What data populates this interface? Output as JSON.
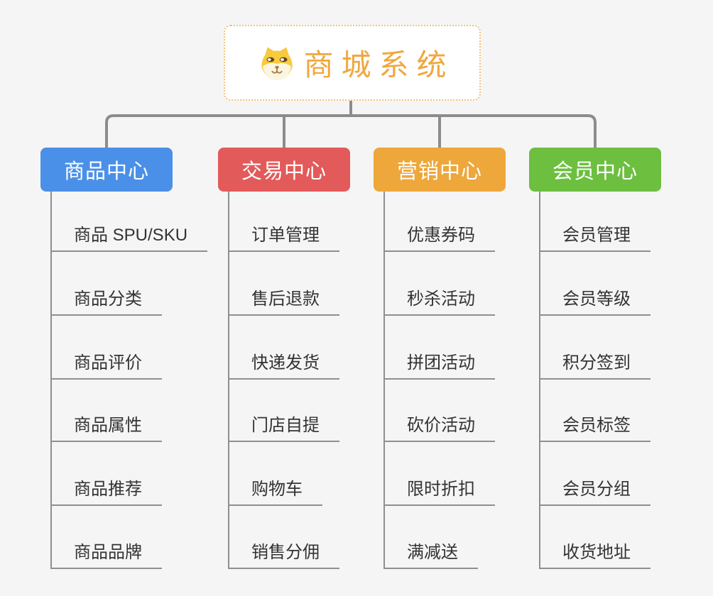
{
  "canvas": {
    "background_color": "#f5f5f5",
    "connector_color": "#8c8c8c",
    "leaf_text_color": "#333333",
    "leaf_line_color": "#8f8f8f"
  },
  "root": {
    "label": "商城系统",
    "text_color": "#f0a73e",
    "border_color": "#f2c178",
    "background_color": "#ffffff",
    "icon": "shiba-dog-icon"
  },
  "branches": [
    {
      "label": "商品中心",
      "color": "#4b90e8",
      "items": [
        "商品 SPU/SKU",
        "商品分类",
        "商品评价",
        "商品属性",
        "商品推荐",
        "商品品牌"
      ]
    },
    {
      "label": "交易中心",
      "color": "#e35a5a",
      "items": [
        "订单管理",
        "售后退款",
        "快递发货",
        "门店自提",
        "购物车",
        "销售分佣"
      ]
    },
    {
      "label": "营销中心",
      "color": "#eea73b",
      "items": [
        "优惠券码",
        "秒杀活动",
        "拼团活动",
        "砍价活动",
        "限时折扣",
        "满减送"
      ]
    },
    {
      "label": "会员中心",
      "color": "#6dbf3f",
      "items": [
        "会员管理",
        "会员等级",
        "积分签到",
        "会员标签",
        "会员分组",
        "收货地址"
      ]
    }
  ]
}
